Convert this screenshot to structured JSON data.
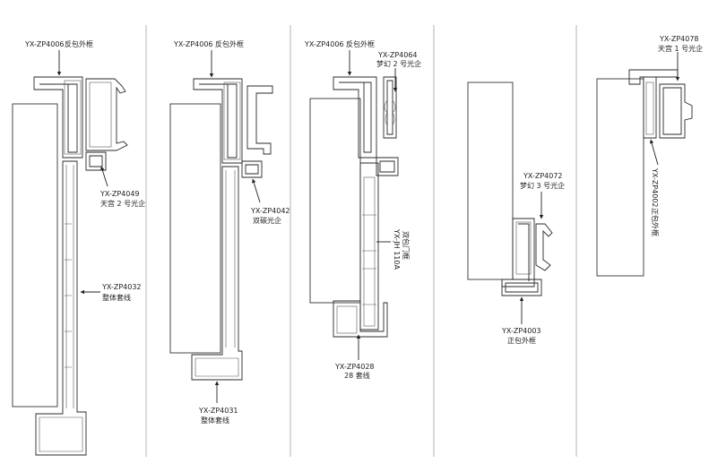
{
  "colors": {
    "line": "#2a2a2a",
    "separator": "#b5b5b5",
    "background": "#ffffff"
  },
  "panels": [
    {
      "labels": [
        {
          "code": "YX-ZP4006",
          "desc": "反包外框"
        },
        {
          "code": "YX-ZP4049",
          "desc": "天宫 2 号光企"
        },
        {
          "code": "YX-ZP4032",
          "desc": "整体套线"
        }
      ]
    },
    {
      "labels": [
        {
          "code": "YX-ZP4006",
          "desc": "反包外框"
        },
        {
          "code": "YX-ZP4042",
          "desc": "双碳光企"
        },
        {
          "code": "YX-ZP4031",
          "desc": "整体套线"
        }
      ]
    },
    {
      "labels": [
        {
          "code": "YX-ZP4006",
          "desc": "反包外框"
        },
        {
          "code": "YX-ZP4064",
          "desc": "梦幻 2 号光企"
        },
        {
          "code": "YX-JH 110A",
          "desc": "双包门框"
        },
        {
          "code": "YX-ZP4028",
          "desc": "28 套线"
        }
      ]
    },
    {
      "labels": [
        {
          "code": "YX-ZP4072",
          "desc": "梦幻 3 号光企"
        },
        {
          "code": "YX-ZP4003",
          "desc": "正包外框"
        }
      ]
    },
    {
      "labels": [
        {
          "code": "YX-ZP4078",
          "desc": "天宫 1 号光企"
        },
        {
          "code": "YX-ZP4002",
          "desc": "正包外框"
        }
      ]
    }
  ]
}
